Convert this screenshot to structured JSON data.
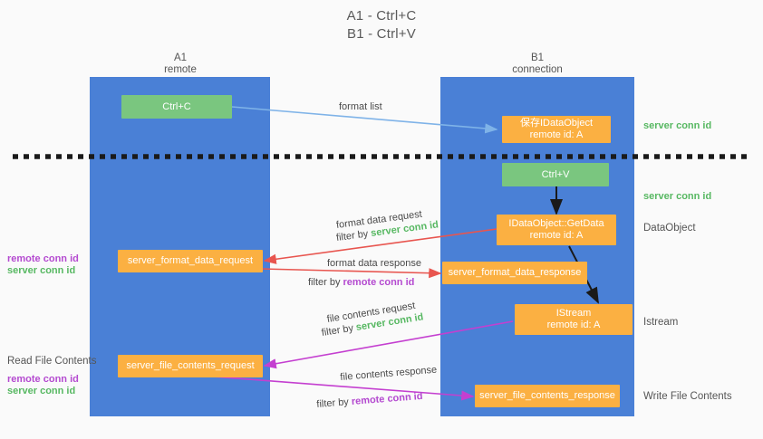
{
  "title": {
    "line1": "A1 - Ctrl+C",
    "line2": "B1 - Ctrl+V"
  },
  "columns": [
    {
      "name": "A1",
      "sub": "remote"
    },
    {
      "name": "B1",
      "sub": "connection"
    }
  ],
  "nodes": {
    "ctrl_c": "Ctrl+C",
    "save_idataobject": "保存IDataObject\nremote id: A",
    "ctrl_v": "Ctrl+V",
    "getdata": "IDataObject::GetData\nremote id: A",
    "server_format_data_request": "server_format_data_request",
    "server_format_data_response": "server_format_data_response",
    "istream": "IStream\nremote id: A",
    "server_file_contents_request": "server_file_contents_request",
    "server_file_contents_response": "server_file_contents_response"
  },
  "right_labels": {
    "server_conn_id_top": "server conn id",
    "server_conn_id_mid": "server conn id",
    "dataobject": "DataObject",
    "istream": "Istream",
    "write_file_contents": "Write File Contents"
  },
  "left_labels": {
    "remote_conn_id_1": "remote conn id",
    "server_conn_id_1": "server conn id",
    "read_file_contents": "Read File Contents",
    "remote_conn_id_2": "remote conn id",
    "server_conn_id_2": "server conn id"
  },
  "edges": {
    "format_list": "format list",
    "format_data_request": "format data request",
    "format_data_request_filter_prefix": "filter by ",
    "format_data_request_filter_value": "server conn id",
    "format_data_response": "format data response",
    "format_data_response_filter_prefix": "filter by ",
    "format_data_response_filter_value": "remote conn id",
    "file_contents_request": "file contents request",
    "file_contents_request_filter_prefix": "filter by ",
    "file_contents_request_filter_value": "server conn id",
    "file_contents_response": "file contents response",
    "file_contents_response_filter_prefix": "filter by ",
    "file_contents_response_filter_value": "remote conn id"
  },
  "colors": {
    "column_blue": "#4a80d6",
    "node_orange": "#fbb042",
    "node_green": "#7ac67f",
    "arrow_lightblue": "#7fb3e8",
    "arrow_red": "#e8554f",
    "arrow_magenta": "#c43fd0",
    "arrow_black": "#1a1a1a",
    "tag_green": "#57b862",
    "tag_purple": "#b44ad0",
    "background": "#fafafa"
  }
}
